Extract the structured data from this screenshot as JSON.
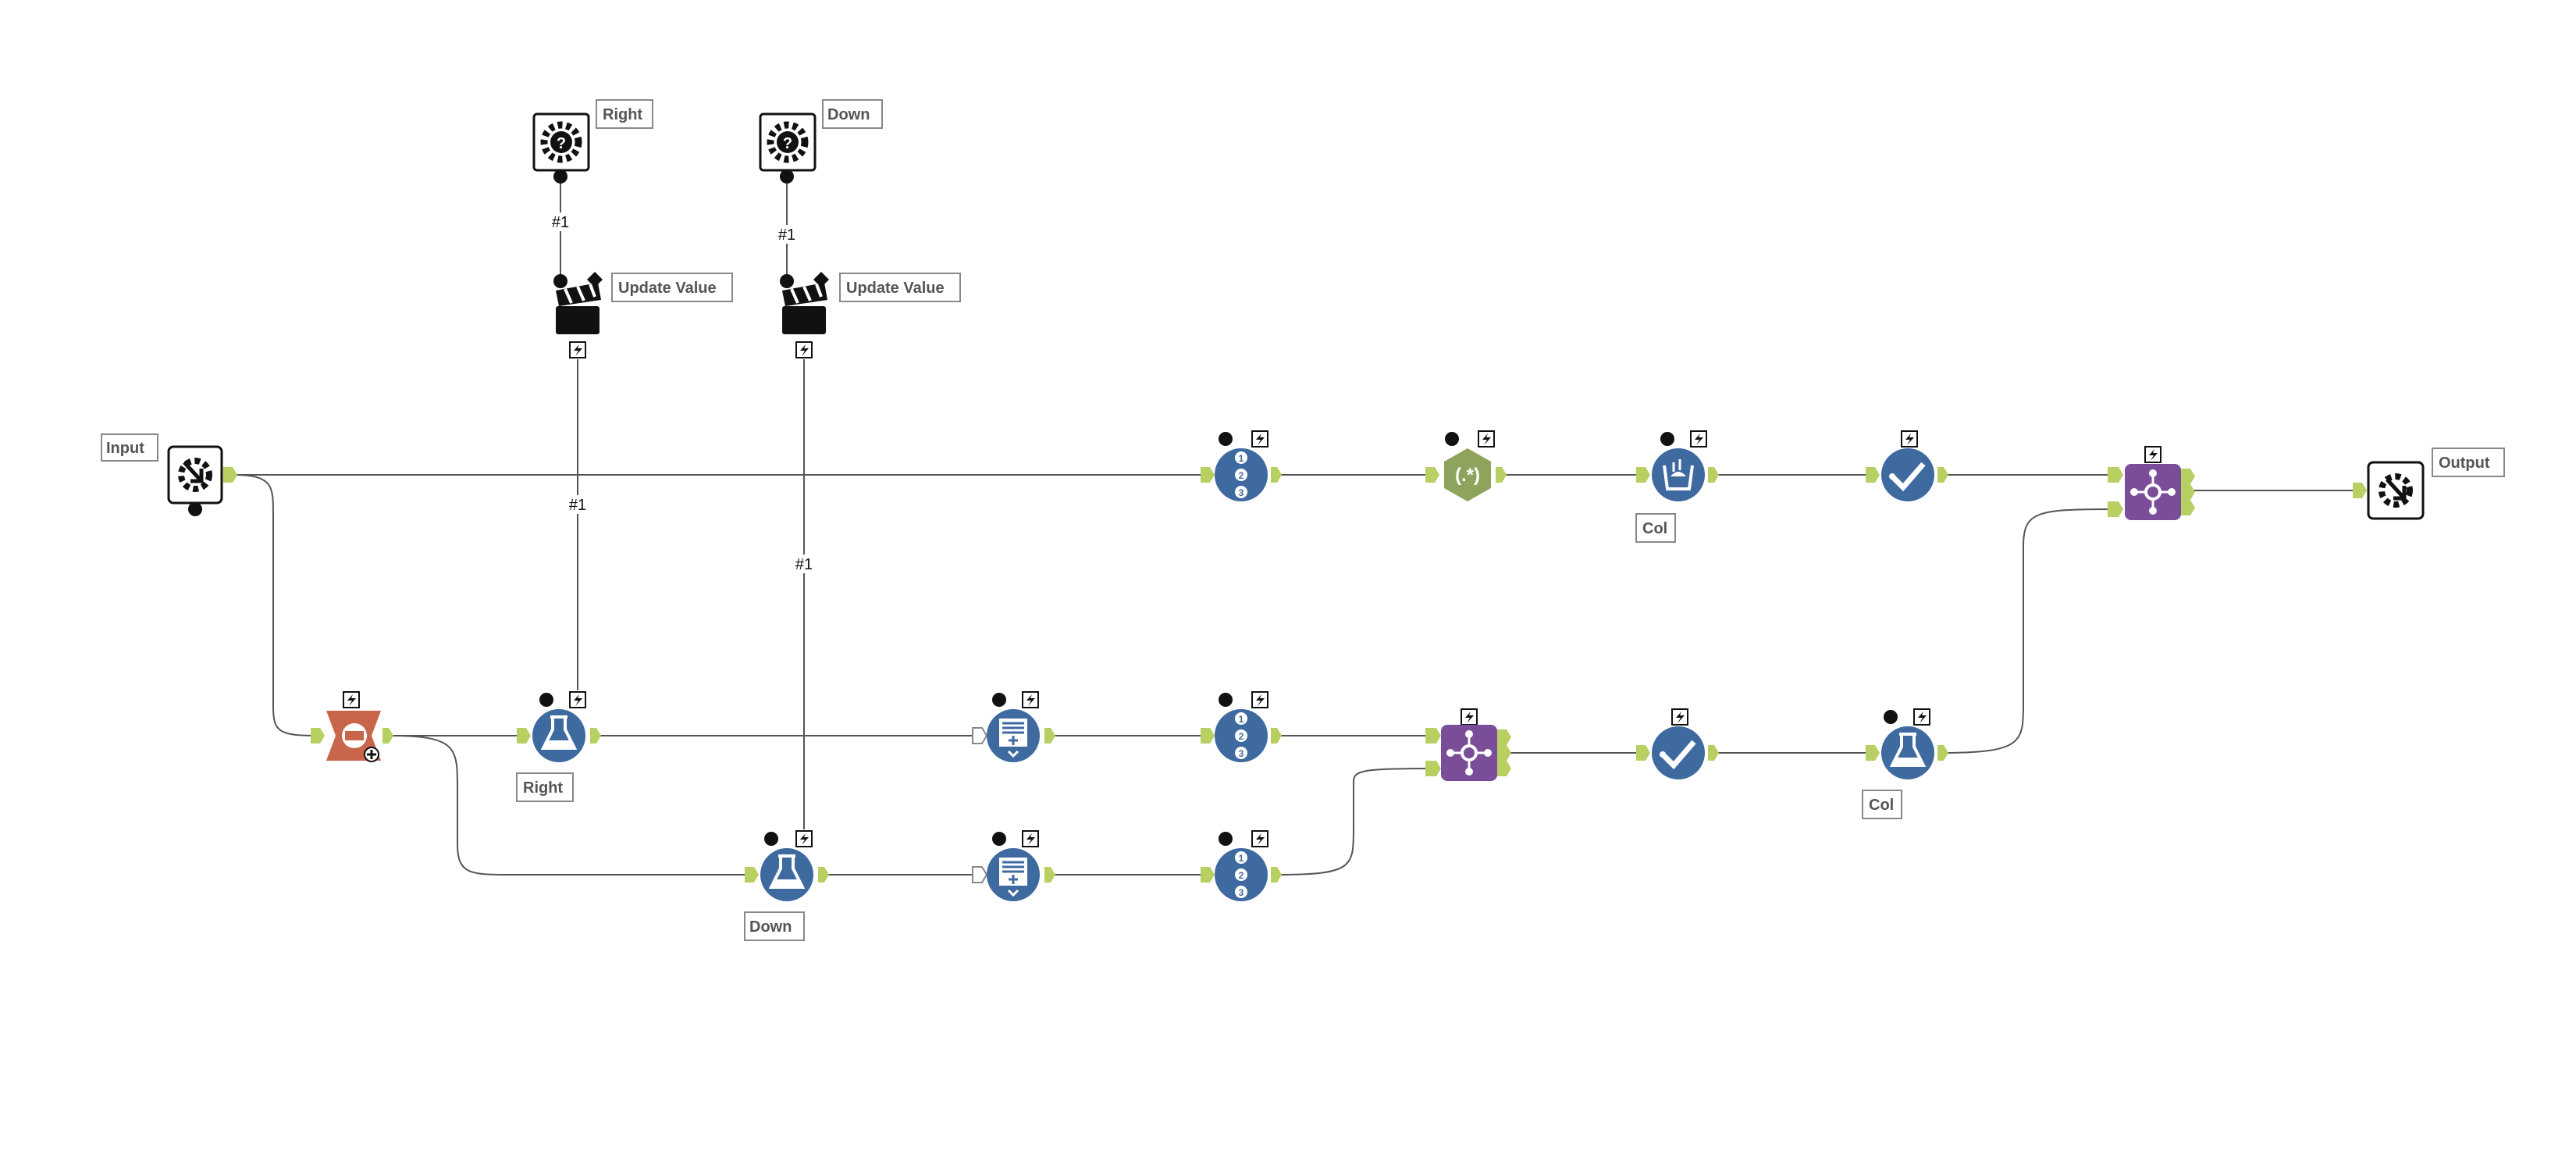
{
  "colors": {
    "blue": "#3f6aa0",
    "green_tool": "#8ea35b",
    "purple": "#7a4d98",
    "orange": "#c8654a",
    "anchor": "#b8cf62",
    "wire": "#555555",
    "label_text": "#555555"
  },
  "labels": {
    "input": "Input",
    "output": "Output",
    "right_top": "Right",
    "down_top": "Down",
    "update_value_1": "Update Value",
    "update_value_2": "Update Value",
    "col_top": "Col",
    "right_bottom": "Right",
    "col_bottom": "Col",
    "down_bottom": "Down"
  },
  "wire_labels": {
    "right_q": "#1",
    "down_q": "#1",
    "right_action": "#1",
    "down_action": "#1"
  },
  "tools": {
    "macro_input": "macro-input-icon",
    "macro_output": "macro-output-icon",
    "question": "gear-question-icon",
    "action": "clapperboard-action-icon",
    "record_id": "record-id-123-icon",
    "regex": "regex-icon",
    "data_cleansing": "data-cleansing-icon",
    "select": "select-checkmark-icon",
    "union": "union-icon",
    "formula": "formula-flask-icon",
    "generate_rows": "generate-rows-icon",
    "append_fields": "append-fields-icon",
    "bolt_badge": "lightning-bolt-icon"
  }
}
